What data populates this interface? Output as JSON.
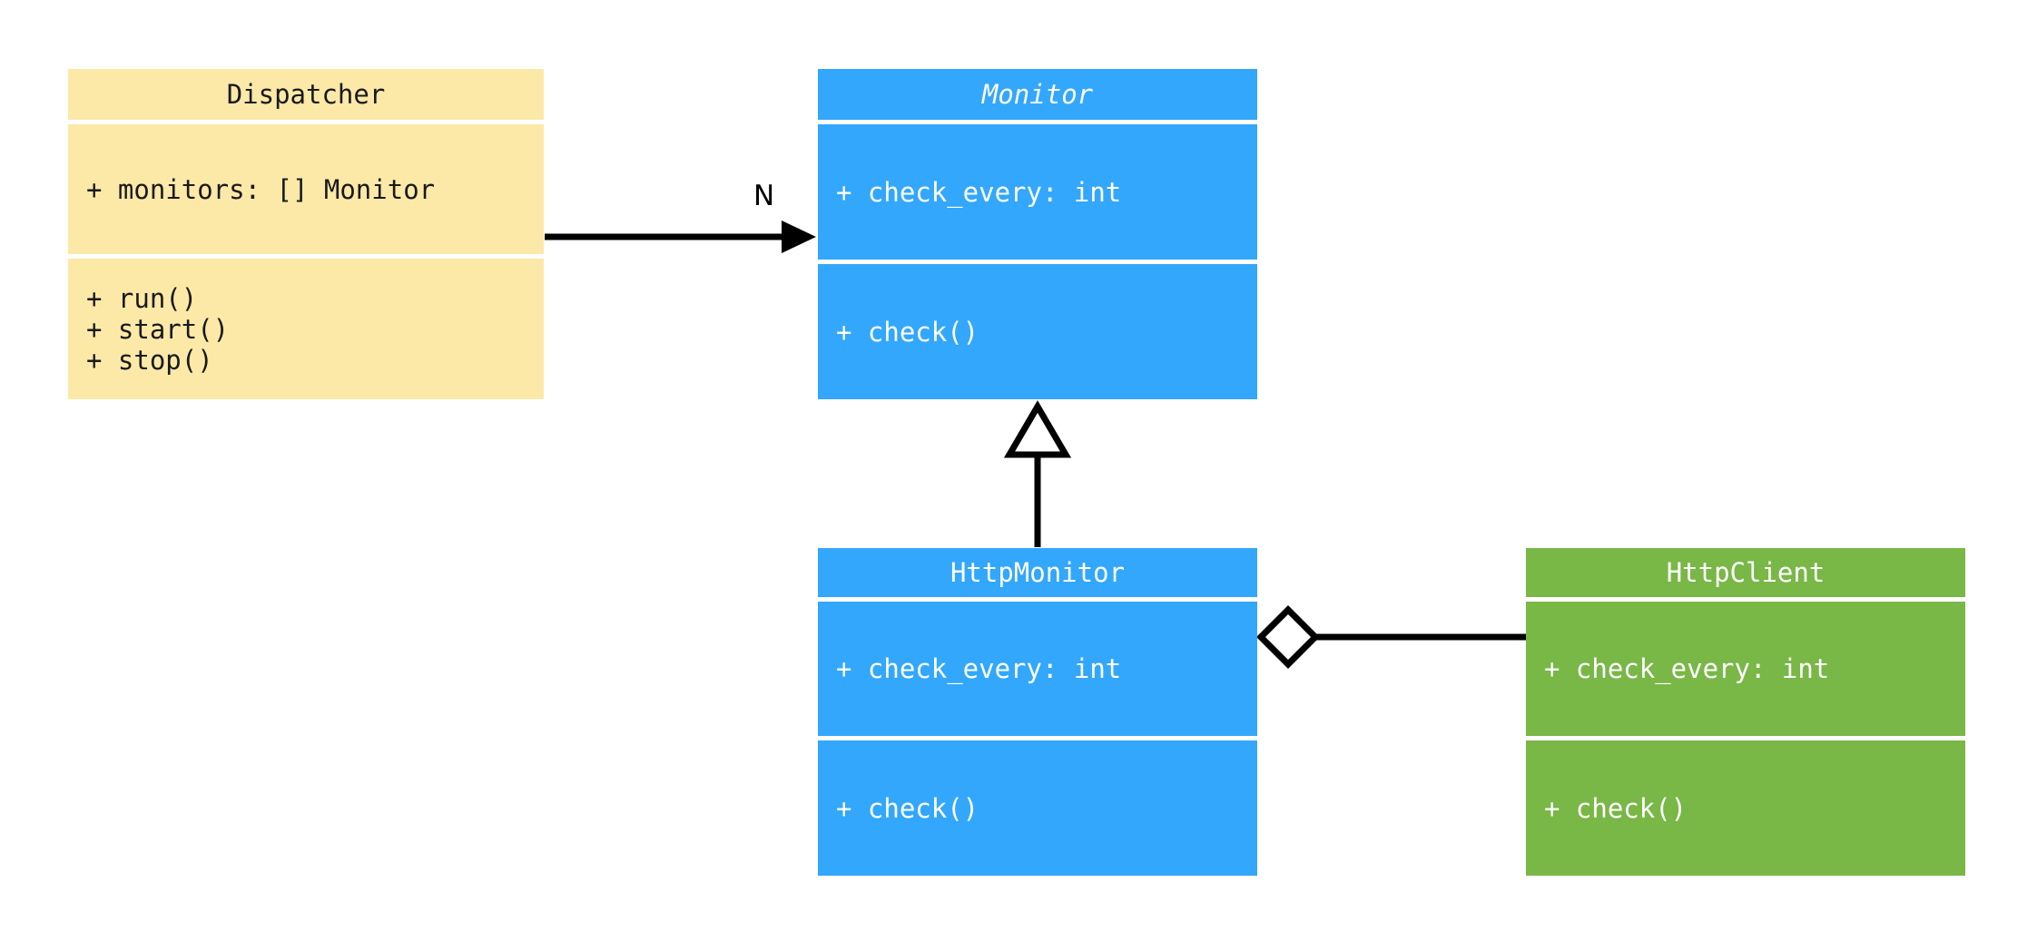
{
  "diagram": {
    "type": "uml-class-diagram",
    "background": "#ffffff",
    "palette": {
      "dispatcher_fill": "#fce9a8",
      "dispatcher_ink": "#1a1a1a",
      "monitor_fill": "#33a7fc",
      "monitor_ink": "#ffffff",
      "http_monitor_fill": "#33a7fc",
      "http_monitor_ink": "#ffffff",
      "http_client_fill": "#79b747",
      "http_client_ink": "#ffffff",
      "line": "#000000",
      "divider": "#ffffff"
    }
  },
  "classes": {
    "dispatcher": {
      "name": "Dispatcher",
      "abstract": false,
      "attributes": [
        "+ monitors: [] Monitor"
      ],
      "methods": [
        "+ run()",
        "+ start()",
        "+ stop()"
      ]
    },
    "monitor": {
      "name": "Monitor",
      "abstract": true,
      "attributes": [
        "+ check_every: int"
      ],
      "methods": [
        "+ check()"
      ]
    },
    "http_monitor": {
      "name": "HttpMonitor",
      "abstract": false,
      "attributes": [
        "+ check_every: int"
      ],
      "methods": [
        "+ check()"
      ]
    },
    "http_client": {
      "name": "HttpClient",
      "abstract": false,
      "attributes": [
        "+ check_every: int"
      ],
      "methods": [
        "+ check()"
      ]
    }
  },
  "relationships": {
    "dispatcher_to_monitor": {
      "kind": "association",
      "from": "Dispatcher",
      "to": "Monitor",
      "arrow": "solid-filled-arrow",
      "multiplicity_label": "N"
    },
    "http_monitor_to_monitor": {
      "kind": "generalization",
      "from": "HttpMonitor",
      "to": "Monitor",
      "arrow": "hollow-triangle"
    },
    "http_monitor_to_http_client": {
      "kind": "aggregation",
      "from": "HttpMonitor",
      "to": "HttpClient",
      "arrow": "hollow-diamond"
    }
  }
}
